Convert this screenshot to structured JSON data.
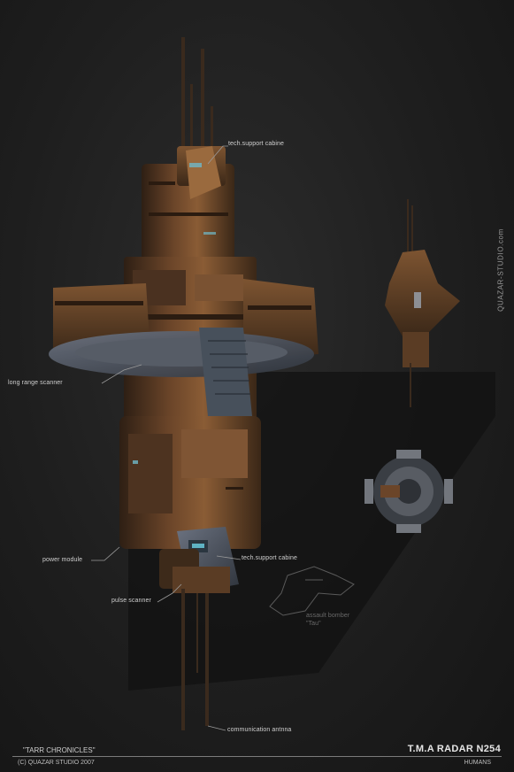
{
  "callouts": {
    "tech_top": "tech.support cabine",
    "long_range": "long range scanner",
    "power": "power module",
    "tech_bottom": "tech.support cabine",
    "pulse": "pulse scanner",
    "antenna": "communication antnna",
    "bomber_name": "assault bomber",
    "bomber_sub": "\"Tau\""
  },
  "credit_vertical": "QUAZAR-STUDIO.com",
  "footer": {
    "game_title": "\"TARR CHRONICLES\"",
    "copyright": "(C) QUAZAR STUDIO 2007",
    "model_name": "T.M.A RADAR N254",
    "faction": "HUMANS"
  },
  "colors": {
    "background": "#1b1b1b",
    "hull": "#5c3b22",
    "hull_light": "#9a6a3e",
    "panel": "#3e4450",
    "text": "#d8d8d8"
  }
}
